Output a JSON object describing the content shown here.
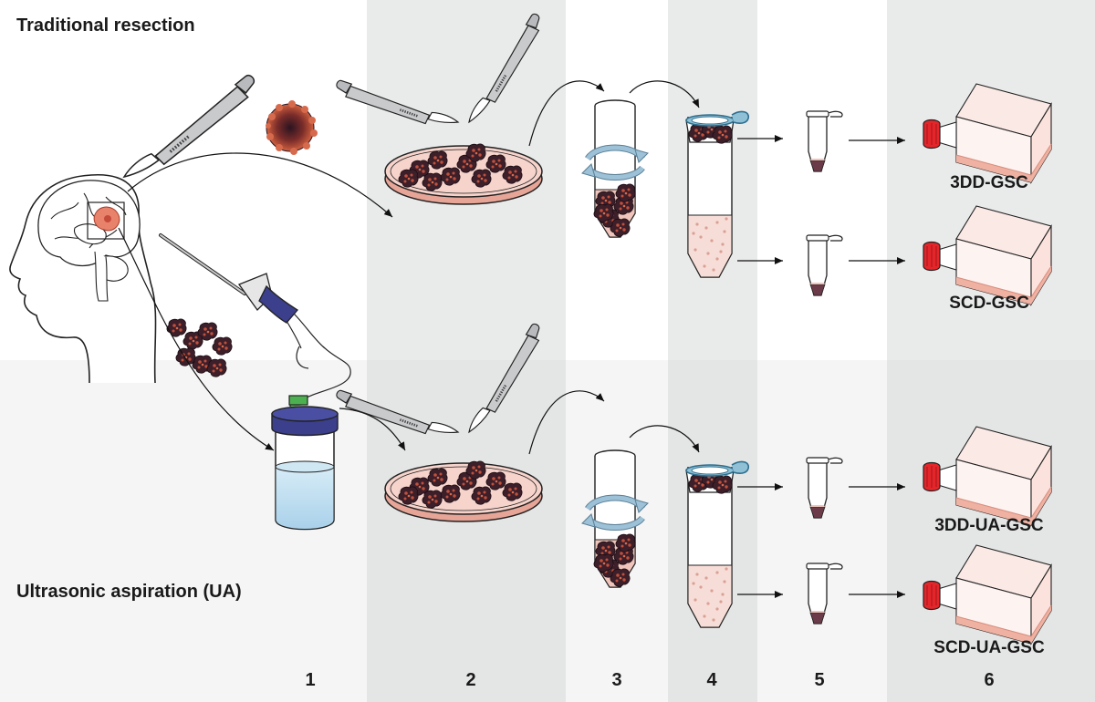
{
  "sections": {
    "top_label": "Traditional resection",
    "bottom_label": "Ultrasonic aspiration (UA)"
  },
  "steps": [
    "1",
    "2",
    "3",
    "4",
    "5",
    "6"
  ],
  "outputs": {
    "top_1": "3DD-GSC",
    "top_2": "SCD-GSC",
    "bottom_1": "3DD-UA-GSC",
    "bottom_2": "SCD-UA-GSC"
  },
  "colors": {
    "panel_gray": "#e9eaea",
    "lower_gray": "#f5f5f5",
    "tissue_dark": "#3d1f2a",
    "tissue_red": "#c0503c",
    "medium_pink": "#f3c9c0",
    "flask_cap_red": "#e4262b",
    "aspirator_blue": "#3b3f8c",
    "rotation_arrow": "#8fb6cf",
    "strainer_blue": "#3f7fa0"
  }
}
